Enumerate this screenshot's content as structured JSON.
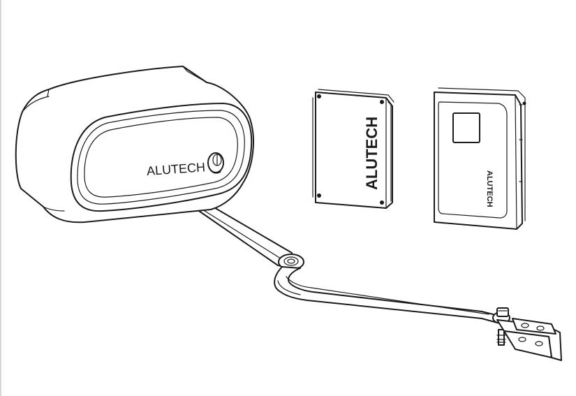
{
  "brand": {
    "motor_label": "ALUTECH",
    "control_box_label": "ALUTECH",
    "housing_box_label": "ALUTECH"
  }
}
